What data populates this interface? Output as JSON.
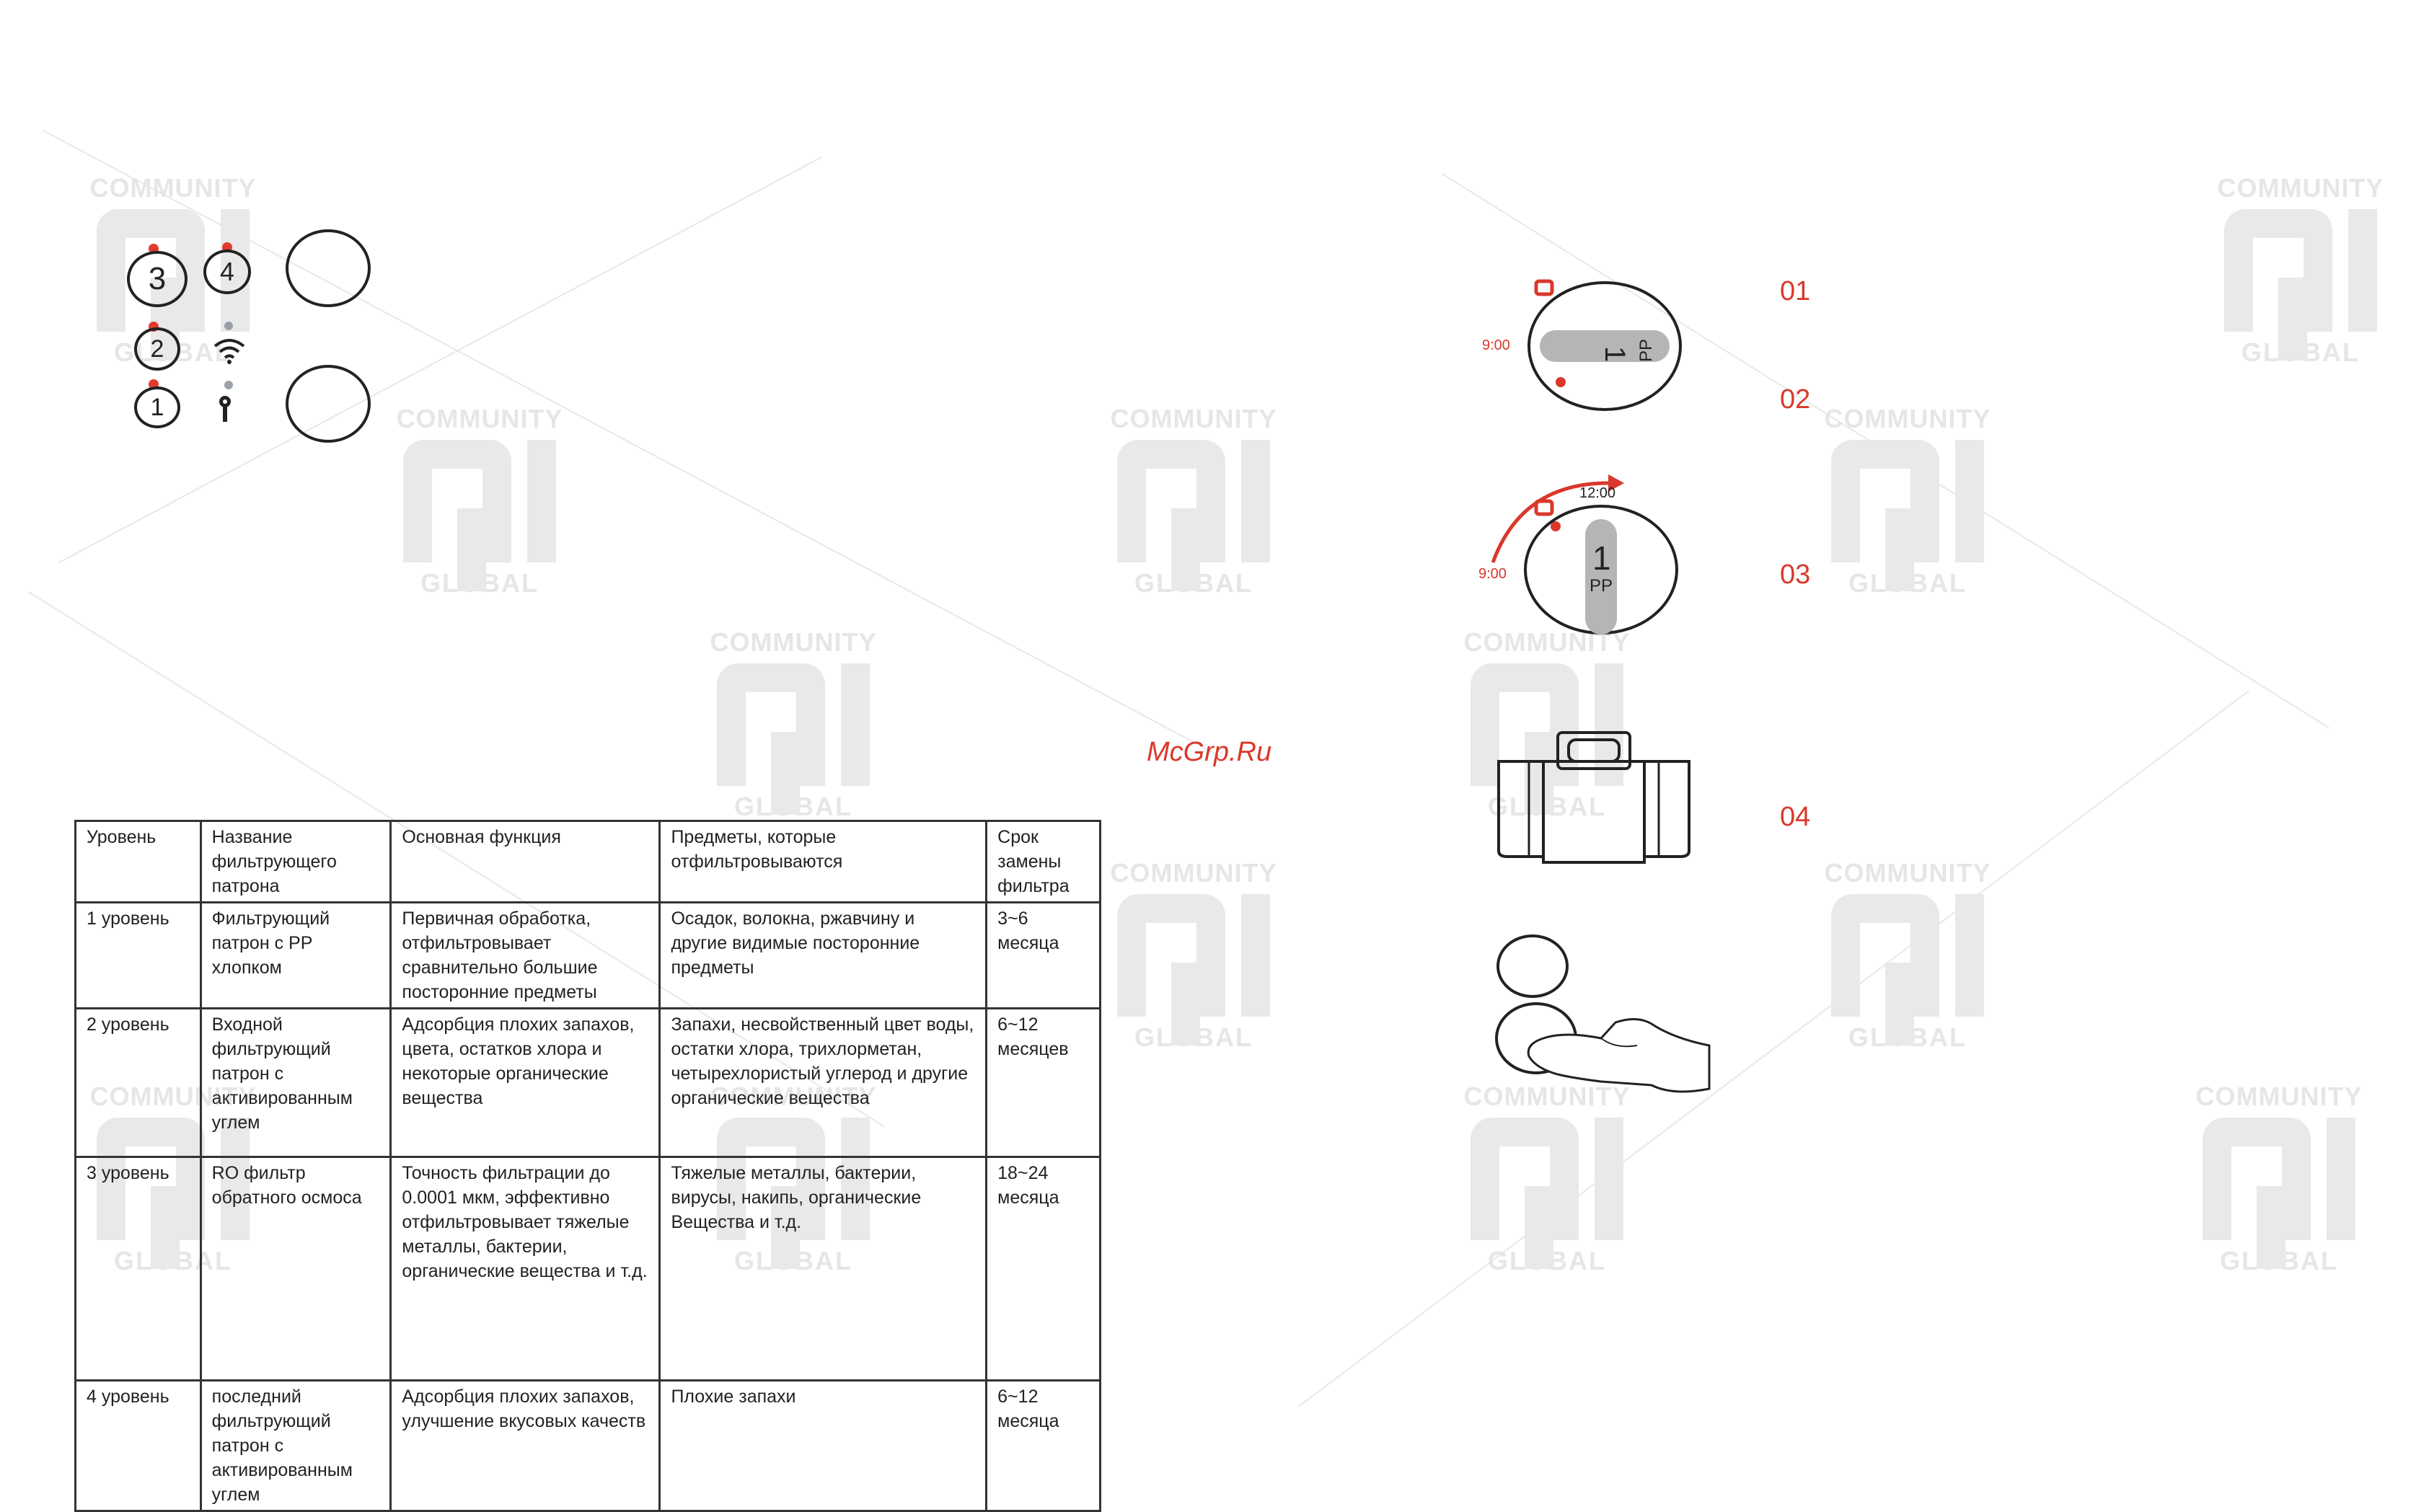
{
  "watermarks": {
    "community": "COMMUNITY",
    "global": "GLOBAL"
  },
  "site_watermark": "McGrp.Ru",
  "indicator_panel": {
    "numbers": [
      "3",
      "4",
      "2",
      "1"
    ],
    "wifi_icon": "wifi-icon",
    "key_icon": "key-icon"
  },
  "steps": {
    "labels": [
      "01",
      "02",
      "03",
      "04"
    ],
    "time_9": "9:00",
    "time_12": "12:00",
    "cartridge_num": "1",
    "cartridge_type": "PP"
  },
  "table": {
    "headers": [
      "Уровень",
      "Название фильтрующего патрона",
      "Основная функция",
      "Предметы, которые отфильтровываются",
      "Срок замены фильтра"
    ],
    "rows": [
      [
        "1 уровень",
        "Фильтрующий патрон с PP хлопком",
        "Первичная обработка, отфильтровывает сравнительно большие посторонние предметы",
        "Осадок, волокна, ржавчину и другие видимые посторонние предметы",
        "3~6 месяца"
      ],
      [
        "2 уровень",
        "Входной фильтрующий патрон с активированным углем",
        "Адсорбция плохих запахов, цвета, остатков хлора и некоторые органические вещества",
        "Запахи, несвойственный цвет воды, остатки хлора, трихлорметан, четырехлористый углерод и другие органические вещества",
        "6~12 месяцев"
      ],
      [
        "3 уровень",
        "RO фильтр обратного осмоса",
        "Точность фильтрации до 0.0001 мкм, эффективно отфильтровывает тяжелые металлы, бактерии, органические вещества и т.д.",
        "Тяжелые металлы, бактерии, вирусы, накипь, органические Вещества и т.д.",
        "18~24 месяца"
      ],
      [
        "4 уровень",
        "последний фильтрующий патрон с активированным углем",
        "Адсорбция плохих запахов, улучшение вкусовых качеств",
        "Плохие запахи",
        "6~12 месяца"
      ]
    ]
  }
}
